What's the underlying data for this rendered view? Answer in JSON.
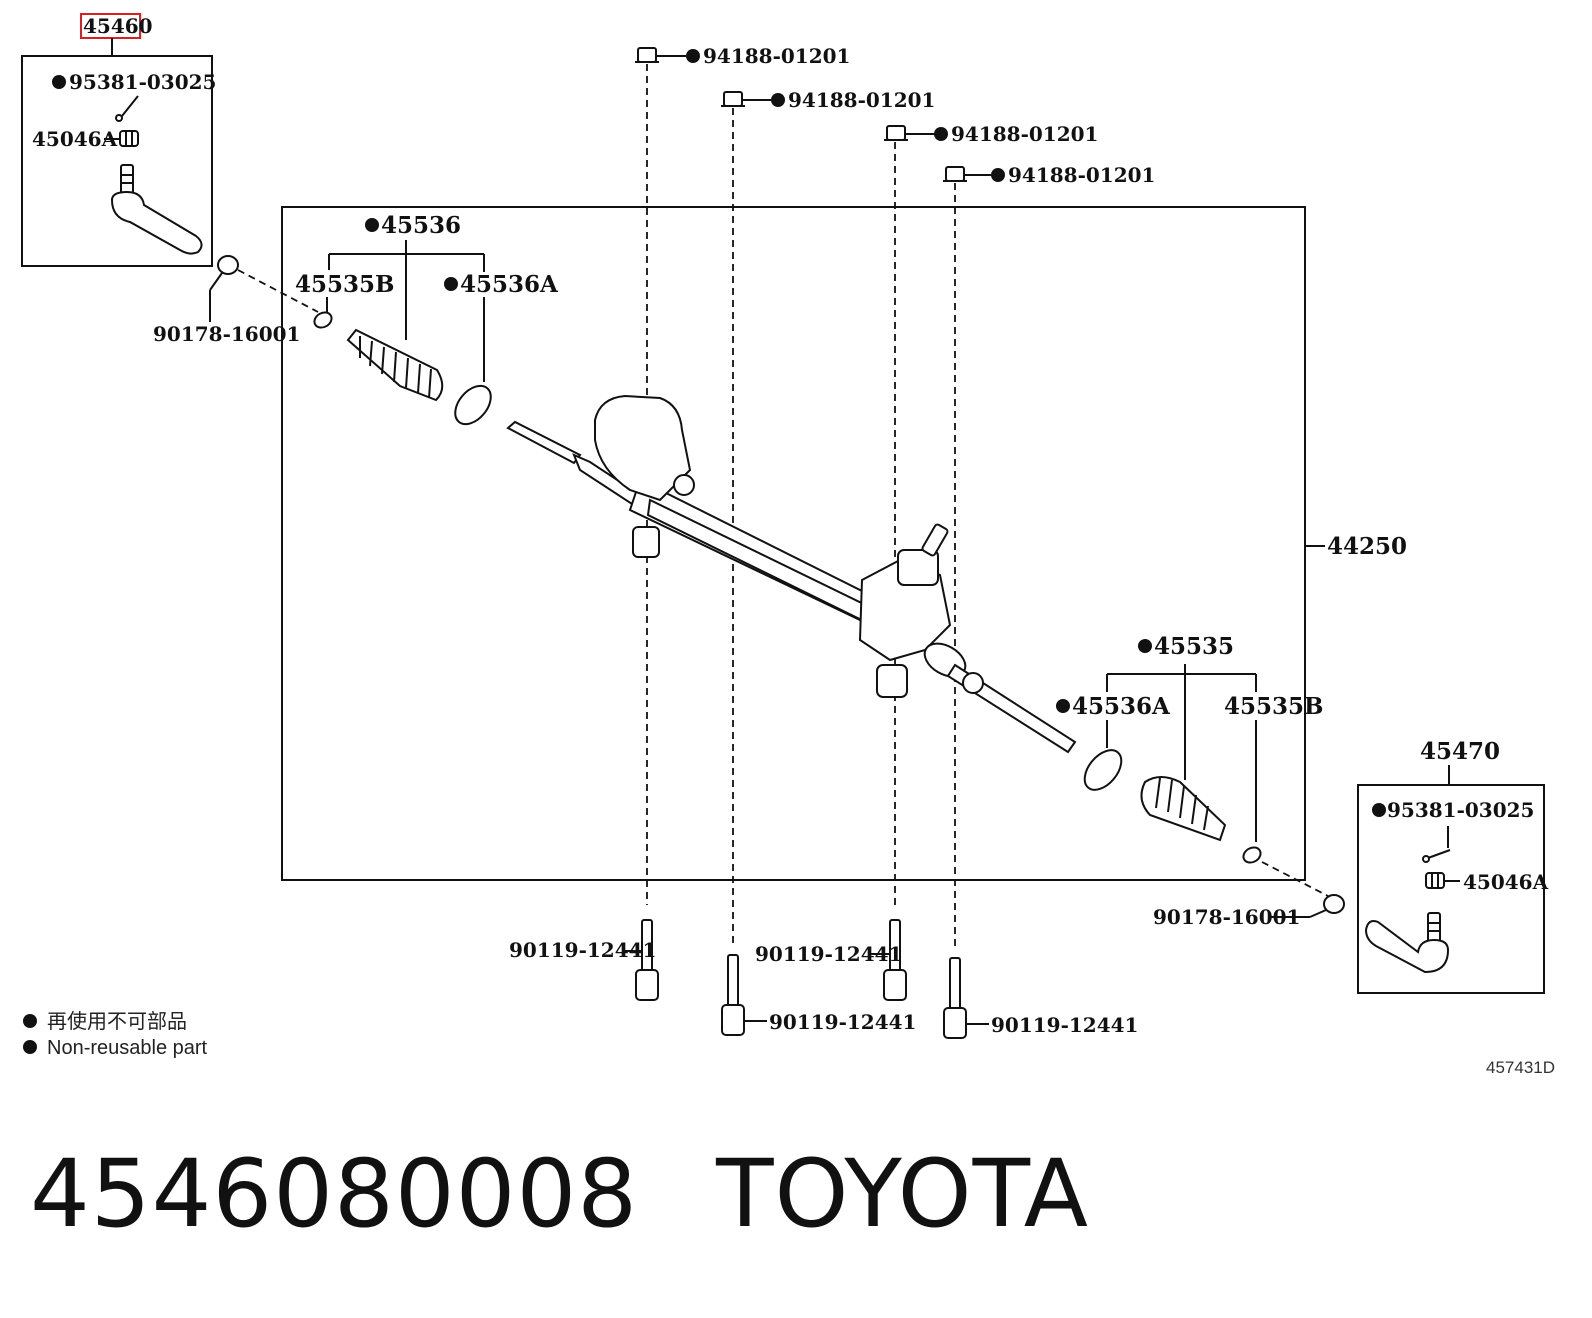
{
  "colors": {
    "ink": "#111111",
    "highlight": "#d91f1f"
  },
  "labels": {
    "tie_rod_end_left": "45460",
    "cotter_pin_left": "95381-03025",
    "nut_left": "45046A",
    "dust_cover_left": "90178-16001",
    "bellows": "45536",
    "clip_left": "45535B",
    "clamp_left": "45536A",
    "bolt_top_1": "94188-01201",
    "bolt_top_2": "94188-01201",
    "bolt_top_3": "94188-01201",
    "bolt_top_4": "94188-01201",
    "gear_assembly": "44250",
    "boot_right": "45535",
    "clamp_right": "45536A",
    "clip_right": "45535B",
    "tie_rod_end_right": "45470",
    "cotter_pin_right": "95381-03025",
    "nut_right": "45046A",
    "dust_cover_right": "90178-16001",
    "bolt_bottom_1": "90119-12441",
    "bolt_bottom_2": "90119-12441",
    "bolt_bottom_3": "90119-12441",
    "bolt_bottom_4": "90119-12441"
  },
  "legend": {
    "line_cn": "再使用不可部品",
    "line_en": "Non-reusable part"
  },
  "diagram_code": "457431D",
  "caption": {
    "part_number": "4546080008",
    "brand": "TOYOTA"
  }
}
